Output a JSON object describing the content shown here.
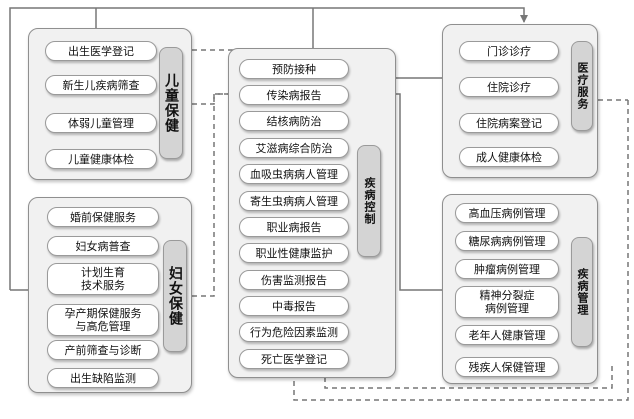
{
  "child_health": {
    "title": "儿童保健",
    "items": [
      "出生医学登记",
      "新生儿疾病筛查",
      "体弱儿童管理",
      "儿童健康体检"
    ]
  },
  "women_health": {
    "title": "妇女保健",
    "items": [
      "婚前保健服务",
      "妇女病普查",
      "计划生育\n技术服务",
      "孕产期保健服务\n与高危管理",
      "产前筛查与诊断",
      "出生缺陷监测"
    ]
  },
  "disease_control": {
    "title": "疾病控制",
    "items": [
      "预防接种",
      "传染病报告",
      "结核病防治",
      "艾滋病综合防治",
      "血吸虫病病人管理",
      "寄生虫病病人管理",
      "职业病报告",
      "职业性健康监护",
      "伤害监测报告",
      "中毒报告",
      "行为危险因素监测",
      "死亡医学登记"
    ]
  },
  "medical_service": {
    "title": "医疗服务",
    "items": [
      "门诊诊疗",
      "住院诊疗",
      "住院病案登记",
      "成人健康体检"
    ]
  },
  "disease_management": {
    "title": "疾病管理",
    "items": [
      "高血压病例管理",
      "糖尿病病例管理",
      "肿瘤病例管理",
      "精神分裂症\n病例管理",
      "老年人健康管理",
      "残疾人保健管理"
    ]
  },
  "colors": {
    "box_fill": "#f1f1f1",
    "tag_fill": "#d4d4d4",
    "line": "#777777"
  }
}
